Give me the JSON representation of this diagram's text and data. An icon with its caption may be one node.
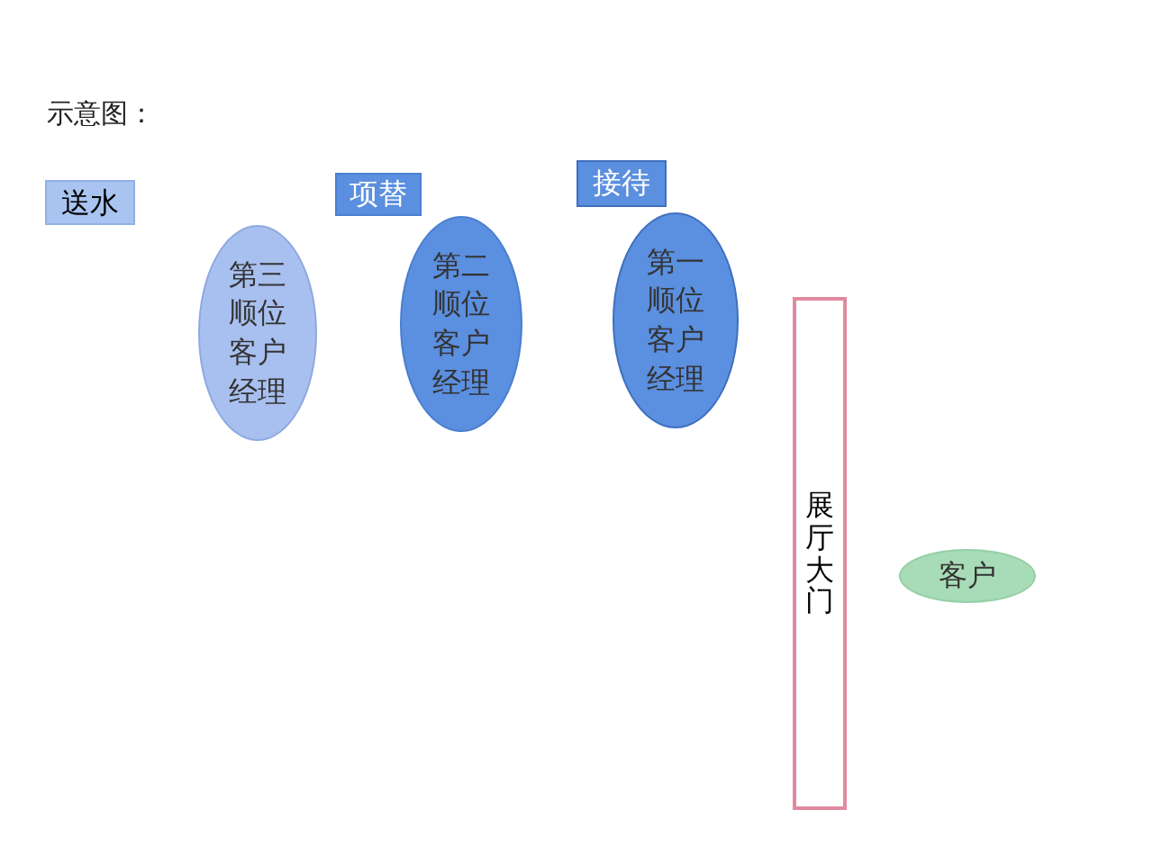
{
  "diagram": {
    "title": "示意图：",
    "nodes": [
      {
        "text": [
          "送水"
        ]
      },
      {
        "text": [
          "项替"
        ]
      },
      {
        "text": [
          "接待"
        ]
      },
      {
        "text": [
          "第三顺位客户经理"
        ]
      },
      {
        "text": [
          "第二顺位客户经理"
        ]
      },
      {
        "text": [
          "第一顺位客户经理"
        ]
      },
      {
        "text": [
          "展厅大门"
        ]
      },
      {
        "text": [
          "客户"
        ]
      }
    ]
  }
}
